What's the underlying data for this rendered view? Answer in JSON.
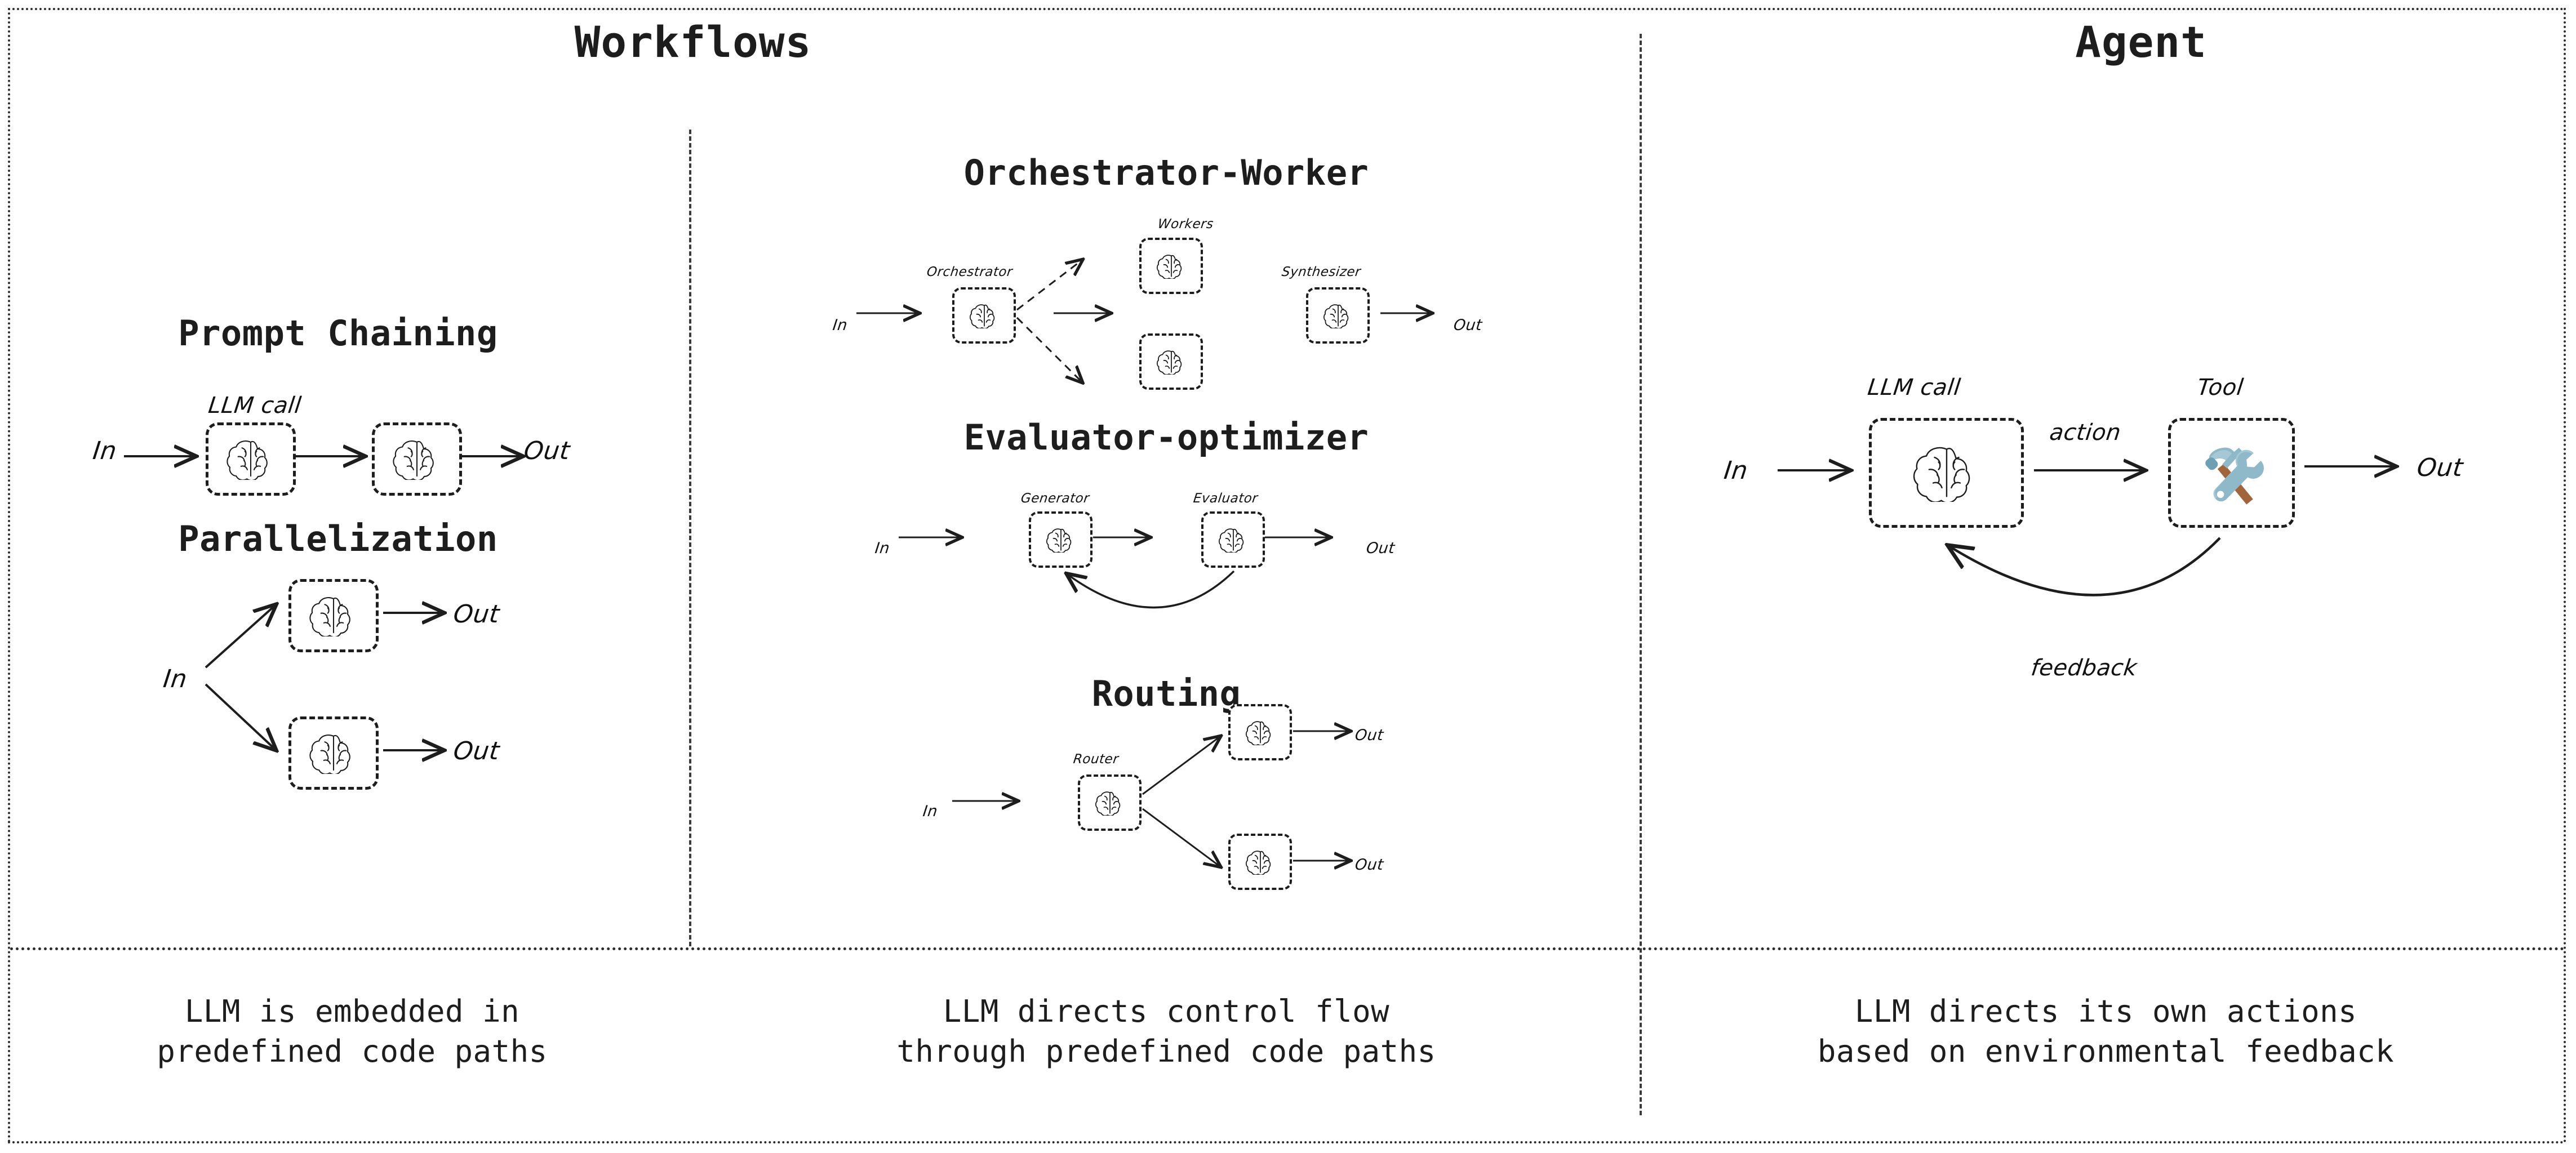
{
  "columns": {
    "workflows_header": "Workflows",
    "agent_header": "Agent"
  },
  "patterns": {
    "prompt_chaining": {
      "title": "Prompt Chaining",
      "node_label": "LLM call",
      "input": "In",
      "output": "Out",
      "nodes": [
        "brain-icon",
        "brain-icon"
      ]
    },
    "parallelization": {
      "title": "Parallelization",
      "input": "In",
      "output_top": "Out",
      "output_bottom": "Out",
      "nodes": [
        "brain-icon",
        "brain-icon"
      ]
    },
    "orchestrator_worker": {
      "title": "Orchestrator-Worker",
      "workers_label": "Workers",
      "orchestrator_label": "Orchestrator",
      "synthesizer_label": "Synthesizer",
      "input": "In",
      "output": "Out",
      "nodes": [
        "brain-icon",
        "brain-icon",
        "brain-icon",
        "brain-icon"
      ]
    },
    "evaluator_optimizer": {
      "title": "Evaluator-optimizer",
      "generator_label": "Generator",
      "evaluator_label": "Evaluator",
      "input": "In",
      "output": "Out",
      "nodes": [
        "brain-icon",
        "brain-icon"
      ]
    },
    "routing": {
      "title": "Routing",
      "router_label": "Router",
      "input": "In",
      "output_top": "Out",
      "output_bottom": "Out",
      "nodes": [
        "brain-icon",
        "brain-icon",
        "brain-icon"
      ]
    },
    "agent": {
      "llm_label": "LLM call",
      "tool_label": "Tool",
      "action_label": "action",
      "feedback_label": "feedback",
      "input": "In",
      "output": "Out",
      "nodes": [
        "brain-icon",
        "hammer-and-wrench-icon"
      ]
    }
  },
  "captions": {
    "workflows_left_line1": "LLM is embedded in",
    "workflows_left_line2": "predefined code paths",
    "workflows_right_line1": "LLM directs control flow",
    "workflows_right_line2": "through predefined code paths",
    "agent_line1": "LLM directs its own actions",
    "agent_line2": "based on environmental feedback"
  },
  "colors": {
    "ink": "#1d1d1d",
    "tool_metal": "#8FB8C8",
    "tool_metal_dark": "#6E9FB2",
    "tool_handle": "#A0653C",
    "background": "#ffffff"
  }
}
